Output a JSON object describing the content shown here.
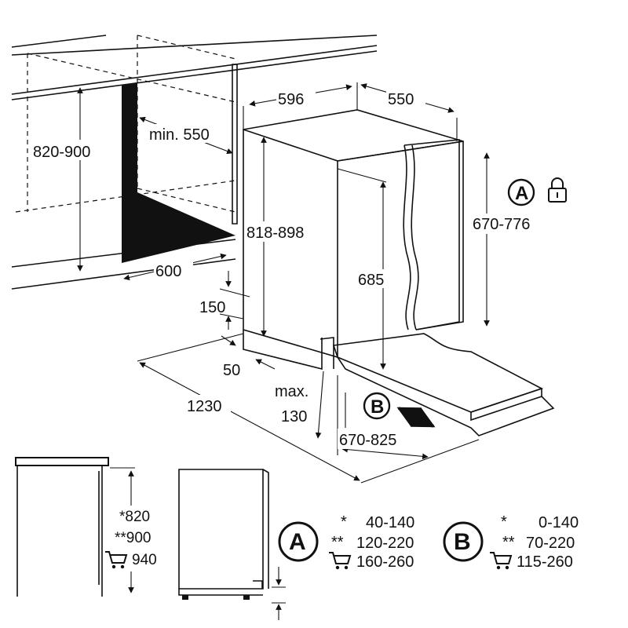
{
  "top": {
    "dims": {
      "niche_height": "820-900",
      "min_depth": "min. 550",
      "niche_width": "600",
      "width": "596",
      "depth": "550",
      "height": "818-898",
      "door_height": "670-776",
      "door_to_plinth": "685",
      "plinth_gap": "150",
      "plinth_offset": "50",
      "length": "1230",
      "max_label": "max.",
      "max_value": "130",
      "door_range": "670-825"
    },
    "markers": {
      "a": "A",
      "b": "B"
    },
    "icons": {
      "a": "lock-icon"
    }
  },
  "bottom": {
    "heights": [
      "*820",
      "**900",
      "940"
    ],
    "icons": {
      "cart": "shopping-cart-icon"
    },
    "table_a": {
      "label": "A",
      "rows": [
        {
          "mark": "*",
          "value": "40-140"
        },
        {
          "mark": "**",
          "value": "120-220"
        },
        {
          "mark": "",
          "value": "160-260"
        }
      ]
    },
    "table_b": {
      "label": "B",
      "rows": [
        {
          "mark": "*",
          "value": "0-140"
        },
        {
          "mark": "**",
          "value": "70-220"
        },
        {
          "mark": "",
          "value": "115-260"
        }
      ]
    }
  },
  "colors": {
    "ink": "#111111",
    "background": "#ffffff"
  }
}
